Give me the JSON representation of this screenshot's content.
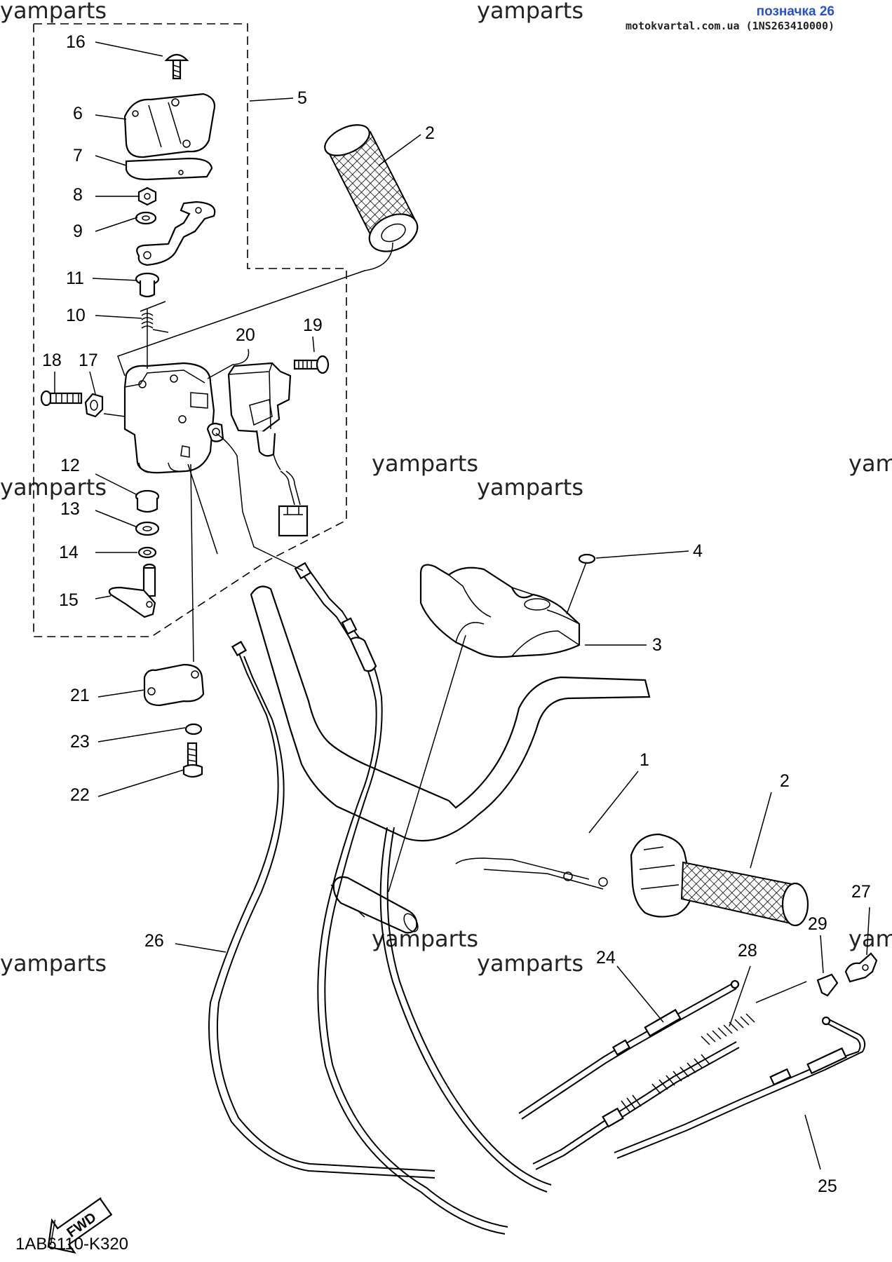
{
  "header": {
    "title": "позначка 26",
    "subtitle": "motokvartal.com.ua (1NS263410000)"
  },
  "watermarks": [
    "yamparts",
    "yamparts",
    "yamparts",
    "yamparts",
    "yamparts",
    "yamparts",
    "yamparts",
    "yamparts",
    "yamparts",
    "yamparts"
  ],
  "callouts": [
    "16",
    "6",
    "7",
    "8",
    "9",
    "11",
    "10",
    "5",
    "2",
    "18",
    "17",
    "20",
    "19",
    "12",
    "13",
    "14",
    "15",
    "4",
    "3",
    "21",
    "23",
    "22",
    "1",
    "2",
    "27",
    "29",
    "26",
    "28",
    "24",
    "25"
  ],
  "diagram_code": "1AB6110-K320",
  "fwd_label": "FWD"
}
